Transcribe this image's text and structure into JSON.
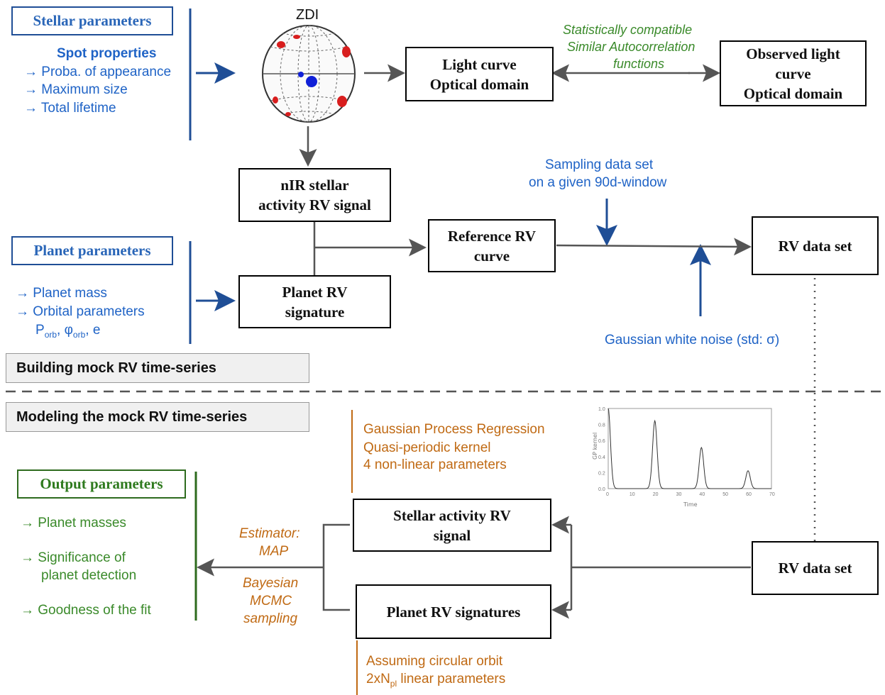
{
  "stellar": {
    "header": "Stellar parameters",
    "spot_title": "Spot properties",
    "items": [
      "→ Proba. of appearance",
      "→ Maximum size",
      "→ Total lifetime"
    ]
  },
  "zdi_label": "ZDI",
  "light_curve": [
    "Light curve",
    "Optical domain"
  ],
  "observed_light_curve": [
    "Observed light",
    "curve",
    "Optical domain"
  ],
  "compat_note": [
    "Statistically compatible",
    "Similar Autocorrelation",
    "functions"
  ],
  "nir_box": [
    "nIR stellar",
    "activity RV signal"
  ],
  "planet": {
    "header": "Planet parameters",
    "items": [
      "→ Planet mass",
      "→ Orbital parameters"
    ],
    "orbital_symbols": {
      "p": "P",
      "p_sub": "orb",
      "phi": "φ",
      "phi_sub": "orb",
      "e": "e"
    }
  },
  "planet_rv_box": [
    "Planet RV",
    "signature"
  ],
  "reference_box": [
    "Reference RV",
    "curve"
  ],
  "sampling_note": [
    "Sampling data set",
    "on a given 90d-window"
  ],
  "rv_data_set": "RV data set",
  "noise_note": "Gaussian white noise (std: σ)",
  "section_building": "Building mock RV time-series",
  "section_modeling": "Modeling the mock RV time-series",
  "gp_note": [
    "Gaussian Process Regression",
    "Quasi-periodic kernel",
    "4 non-linear parameters"
  ],
  "kernel_plot": {
    "ylabel": "GP kernel",
    "xlabel": "Time",
    "xticks": [
      "0",
      "10",
      "20",
      "30",
      "40",
      "50",
      "60",
      "70"
    ],
    "yticks": [
      "0.0",
      "0.2",
      "0.4",
      "0.6",
      "0.8",
      "1.0"
    ]
  },
  "output": {
    "header": "Output parameters",
    "items": [
      "→ Planet masses",
      "→ Significance of",
      "planet detection",
      "→ Goodness of the fit"
    ]
  },
  "stellar_activity_box": [
    "Stellar activity RV",
    "signal"
  ],
  "planet_signatures_box": "Planet RV signatures",
  "estimator_note": [
    "Estimator:",
    "MAP"
  ],
  "bayes_note": [
    "Bayesian",
    "MCMC",
    "sampling"
  ],
  "circular_note": {
    "line1": "Assuming circular orbit",
    "line2_pre": "2xN",
    "line2_sub": "pl",
    "line2_post": " linear parameters"
  },
  "colors": {
    "blue": "#1f63c6",
    "green": "#3a8a2a",
    "orange": "#c06a14",
    "arrow": "#555555",
    "navy": "#1f4e96"
  }
}
